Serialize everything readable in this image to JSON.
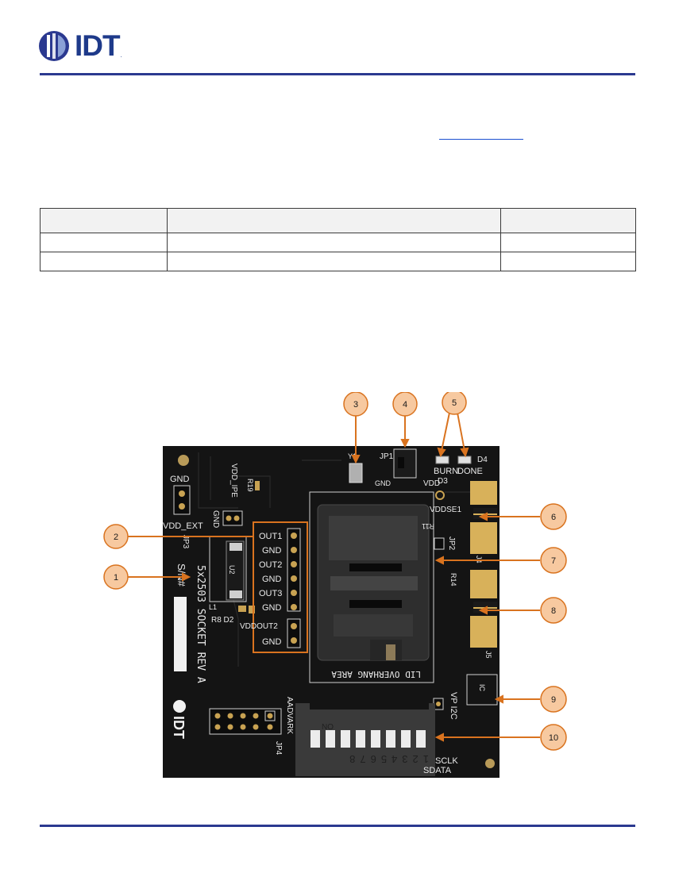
{
  "header": {
    "logo_text": "IDT",
    "logo_tm": ".",
    "brand_color": "#2b3990"
  },
  "reference_link": {
    "text": ""
  },
  "table": {
    "columns": [
      "",
      "",
      ""
    ],
    "rows": [
      [
        "",
        "",
        ""
      ],
      [
        "",
        "",
        ""
      ]
    ]
  },
  "board": {
    "callouts": [
      "1",
      "2",
      "3",
      "4",
      "5",
      "6",
      "7",
      "8",
      "9",
      "10"
    ],
    "callout_color": "#d9731f",
    "callout_fill": "#f7c9a0",
    "silkscreen": {
      "gnd_top": "GND",
      "vdd_ext": "VDD_EXT",
      "jp3": "JP3",
      "gnd_left": "GND",
      "vdd_ipe": "VDD_IPE",
      "r19": "R19",
      "out1": "OUT1",
      "gnd1": "GND",
      "out2": "OUT2",
      "gnd2": "GND",
      "out3": "OUT3",
      "gnd3": "GND",
      "vddout2": "VDDOUT2",
      "gnd4": "GND",
      "socket_line1": "5x2503 SOCKET REV A",
      "sn": "S/N#",
      "u2": "U2",
      "r8d2": "R8 D2",
      "l1": "L1",
      "jp1": "JP1",
      "y1": "Y1",
      "burn": "BURN",
      "done": "DONE",
      "d3": "D3",
      "d4": "D4",
      "vdd": "VDD",
      "gnd_jp1": "GND",
      "vddse1": "VDDSE1",
      "r11": "R11",
      "jp2": "JP2",
      "lid": "LID OVERHANG AREA",
      "j4": "J4",
      "j5": "J5",
      "r14": "R14",
      "ic": "IC",
      "vp_i2c": "VP I2C",
      "aadvark": "AADVARK",
      "jp4": "JP4",
      "sclk": "SCLK",
      "sdata": "SDATA",
      "dip_on": "ON",
      "dip_nums": "12345678",
      "board_logo": "IDT"
    }
  }
}
